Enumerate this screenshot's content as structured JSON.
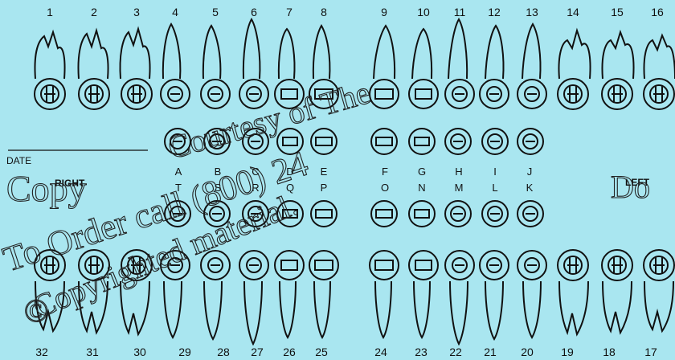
{
  "chart": {
    "date_label": "DATE",
    "right_label": "RIGHT",
    "left_label": "LEFT",
    "upper_permanent_numbers": [
      "1",
      "2",
      "3",
      "4",
      "5",
      "6",
      "7",
      "8",
      "9",
      "10",
      "11",
      "12",
      "13",
      "14",
      "15",
      "16"
    ],
    "lower_permanent_numbers": [
      "32",
      "31",
      "30",
      "29",
      "28",
      "27",
      "26",
      "25",
      "24",
      "23",
      "22",
      "21",
      "20",
      "19",
      "18",
      "17"
    ],
    "upper_primary_letters": [
      "A",
      "B",
      "C",
      "D",
      "E",
      "F",
      "G",
      "H",
      "I",
      "J"
    ],
    "lower_primary_letters": [
      "T",
      "S",
      "R",
      "Q",
      "P",
      "O",
      "N",
      "M",
      "L",
      "K"
    ]
  },
  "watermark": {
    "line1": "Copy",
    "line2": "Courtesy of The",
    "line3": "To Order call (800) 24",
    "line4": "Copyrighted material.",
    "line5": "Do",
    "line6": "©"
  }
}
